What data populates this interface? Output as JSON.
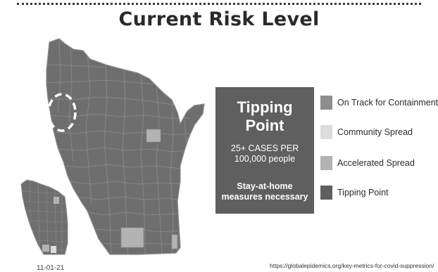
{
  "header": {
    "title": "Current Risk Level"
  },
  "colors": {
    "background": "#ffffff",
    "on_track": "#8e8e8e",
    "community_spread": "#dcdcdc",
    "accelerated_spread": "#b3b3b3",
    "tipping_point": "#5f5f5f",
    "county_fill": "#6e6e6e",
    "county_border": "#8c8c8c"
  },
  "status_box": {
    "heading": "Tipping Point",
    "rate_line1": "25+ CASES PER",
    "rate_line2": "100,000 people",
    "measures_line1": "Stay-at-home",
    "measures_line2": "measures necessary"
  },
  "legend": [
    {
      "label": "On Track for Containment",
      "color": "#8e8e8e"
    },
    {
      "label": "Community Spread",
      "color": "#dcdcdc"
    },
    {
      "label": "Accelerated Spread",
      "color": "#b3b3b3"
    },
    {
      "label": "Tipping Point",
      "color": "#5f5f5f"
    }
  ],
  "inset": {
    "date": "11-01-21"
  },
  "footer": {
    "source": "https://globalepidemics.org/key-metrics-for-covid-suppression/"
  }
}
